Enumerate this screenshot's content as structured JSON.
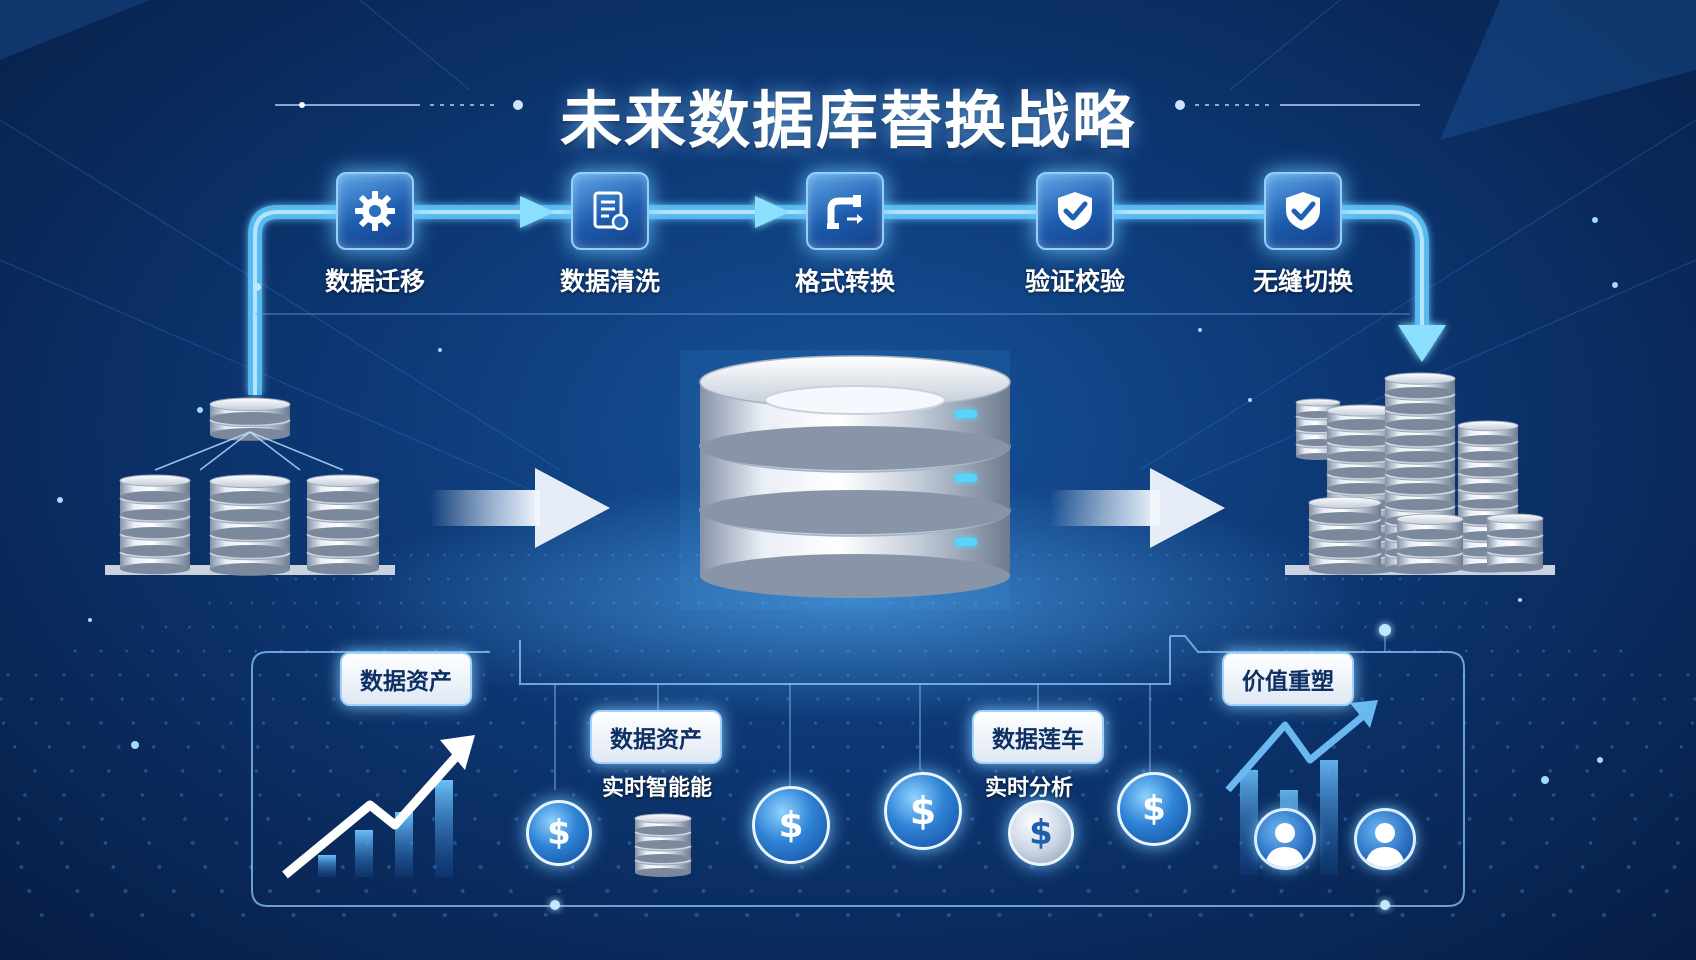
{
  "title": "未来数据库替换战略",
  "steps": [
    {
      "label": "数据迁移",
      "icon": "gear-icon"
    },
    {
      "label": "数据清洗",
      "icon": "document-list-icon"
    },
    {
      "label": "格式转换",
      "icon": "pipe-convert-icon"
    },
    {
      "label": "验证校验",
      "icon": "shield-check-icon"
    },
    {
      "label": "无缝切换",
      "icon": "shield-check-icon"
    }
  ],
  "bottom_panel": {
    "pills": {
      "assets_left": "数据资产",
      "assets_mid": "数据资产",
      "warehouse": "数据莲车",
      "value": "价值重塑"
    },
    "labels": {
      "smart": "实时智能能",
      "analysis": "实时分析"
    },
    "coin_symbol": "$"
  },
  "colors": {
    "background": "#0d3a78",
    "flow_arrow": "#6fd0ff",
    "accent": "#8fd0ff",
    "pill_text": "#0d2f63"
  }
}
